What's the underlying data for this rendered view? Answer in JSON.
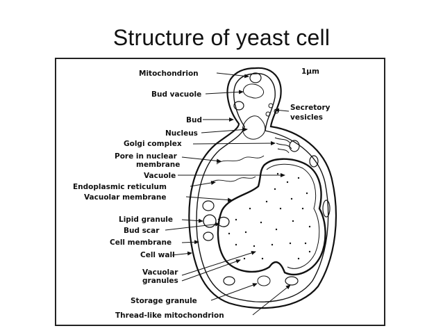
{
  "slide": {
    "title": "Structure of yeast cell"
  },
  "diagram": {
    "scale_label": "1μm",
    "labels": {
      "mitochondrion": "Mitochondrion",
      "bud_vacuole": "Bud vacuole",
      "bud": "Bud",
      "nucleus": "Nucleus",
      "golgi": "Golgi complex",
      "pore_line1": "Pore in nuclear",
      "pore_line2": "membrane",
      "vacuole": "Vacuole",
      "er": "Endoplasmic reticulum",
      "vacuolar_membrane": "Vacuolar membrane",
      "lipid_granule": "Lipid granule",
      "bud_scar": "Bud scar",
      "cell_membrane": "Cell membrane",
      "cell_wall": "Cell wall",
      "vac_gran_line1": "Vacuolar",
      "vac_gran_line2": "granules",
      "storage_granule": "Storage granule",
      "thread_mito": "Thread-like mitochondrion",
      "secretory_line1": "Secretory",
      "secretory_line2": "vesicles"
    }
  }
}
